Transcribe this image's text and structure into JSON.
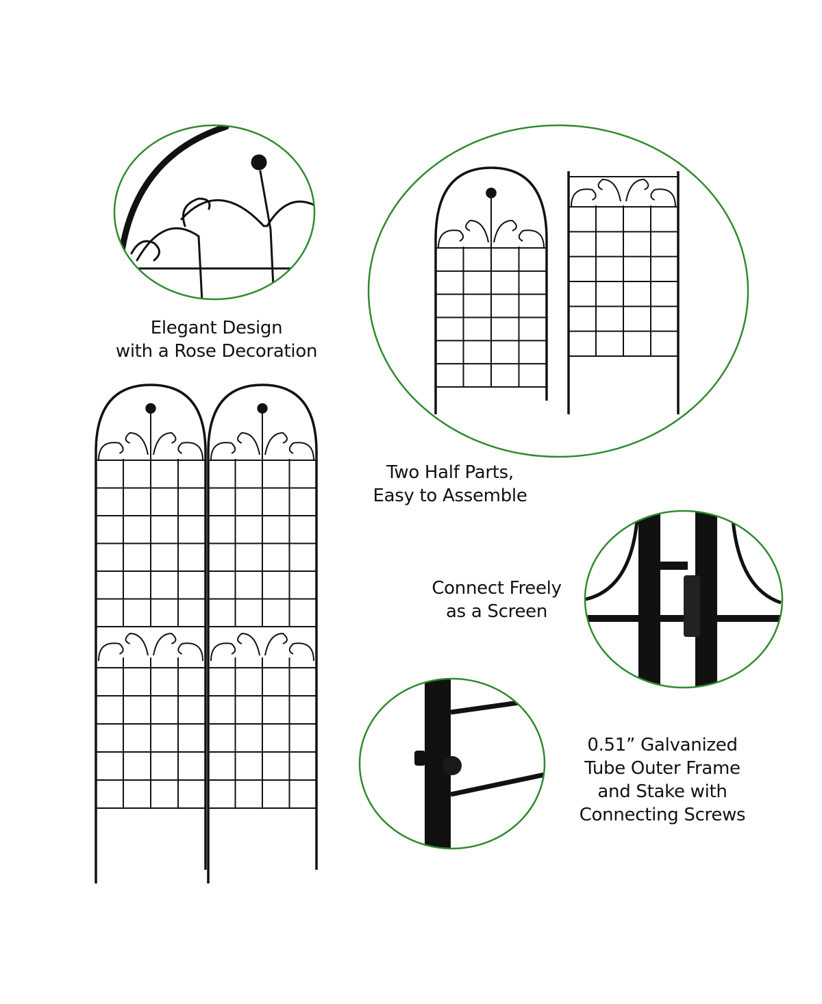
{
  "captions": {
    "design": {
      "line1": "Elegant Design",
      "line2": "with a Rose Decoration"
    },
    "parts": {
      "line1": "Two Half Parts,",
      "line2": "Easy to Assemble"
    },
    "connect": {
      "line1": "Connect Freely",
      "line2": "as a Screen"
    },
    "tube": {
      "line1": "0.51” Galvanized",
      "line2": "Tube Outer Frame",
      "line3": "and Stake with",
      "line4": "Connecting Screws"
    }
  },
  "colors": {
    "circle_border": "#2f8a2f",
    "metal": "#111111",
    "background": "#ffffff"
  }
}
